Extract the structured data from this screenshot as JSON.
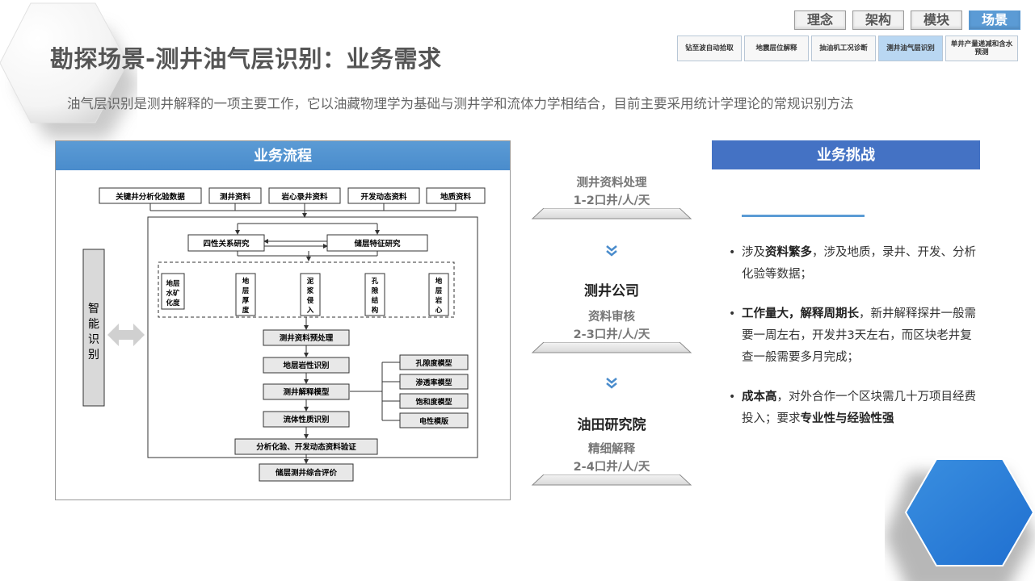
{
  "title": "勘探场景-测井油气层识别：业务需求",
  "subtitle": "油气层识别是测井解释的一项主要工作，它以油藏物理学为基础与测井学和流体力学相结合，目前主要采用统计学理论的常规识别方法",
  "top_tabs": [
    {
      "label": "理念",
      "active": false
    },
    {
      "label": "架构",
      "active": false
    },
    {
      "label": "模块",
      "active": false
    },
    {
      "label": "场景",
      "active": true
    }
  ],
  "sub_tabs": [
    {
      "label": "钻至波自动拾取",
      "active": false
    },
    {
      "label": "地震层位解释",
      "active": false
    },
    {
      "label": "抽油机工况诊断",
      "active": false
    },
    {
      "label": "测井油气层识别",
      "active": true
    },
    {
      "label": "单井产量递减和含水预测",
      "active": false
    }
  ],
  "flow": {
    "header": "业务流程",
    "side_label": "智能识别",
    "inputs": [
      "关键井分析化验数据",
      "测井资料",
      "岩心录井资料",
      "开发动态资料",
      "地质资料"
    ],
    "studies": [
      "四性关系研究",
      "储层特征研究"
    ],
    "factors": [
      "地层水矿化度",
      "地层厚度",
      "泥浆侵入",
      "孔隙结构",
      "地层岩心"
    ],
    "steps": [
      "测井资料预处理",
      "地层岩性识别",
      "测井解释模型",
      "流体性质识别",
      "分析化验、开发动态资料验证",
      "储层测井综合评价"
    ],
    "models": [
      "孔隙度模型",
      "渗透率模型",
      "饱和度模型",
      "电性模版"
    ]
  },
  "pipeline": [
    {
      "stage_name": "测井资料处理",
      "rate": "1-2口井/人/天"
    },
    {
      "org": "测井公司",
      "stage_name": "资料审核",
      "rate": "2-3口井/人/天"
    },
    {
      "org": "油田研究院",
      "stage_name": "精细解释",
      "rate": "2-4口井/人/天"
    }
  ],
  "challenges": {
    "header": "业务挑战",
    "items": [
      {
        "pre": "涉及",
        "bold": "资料繁多",
        "post": "，涉及地质，录井、开发、分析化验等数据；"
      },
      {
        "pre": "",
        "bold": "工作量大，解释周期长",
        "post": "，新井解释探井一般需要一周左右，开发井3天左右，而区块老井复查一般需要多月完成；"
      },
      {
        "pre": "",
        "bold": "成本高",
        "post": "，对外合作一个区块需几十万项目经费投入；要求",
        "bold2": "专业性与经验性强"
      }
    ]
  },
  "colors": {
    "accent": "#5b9bd5",
    "accent_dark": "#4472c4",
    "text_gray": "#666666"
  }
}
